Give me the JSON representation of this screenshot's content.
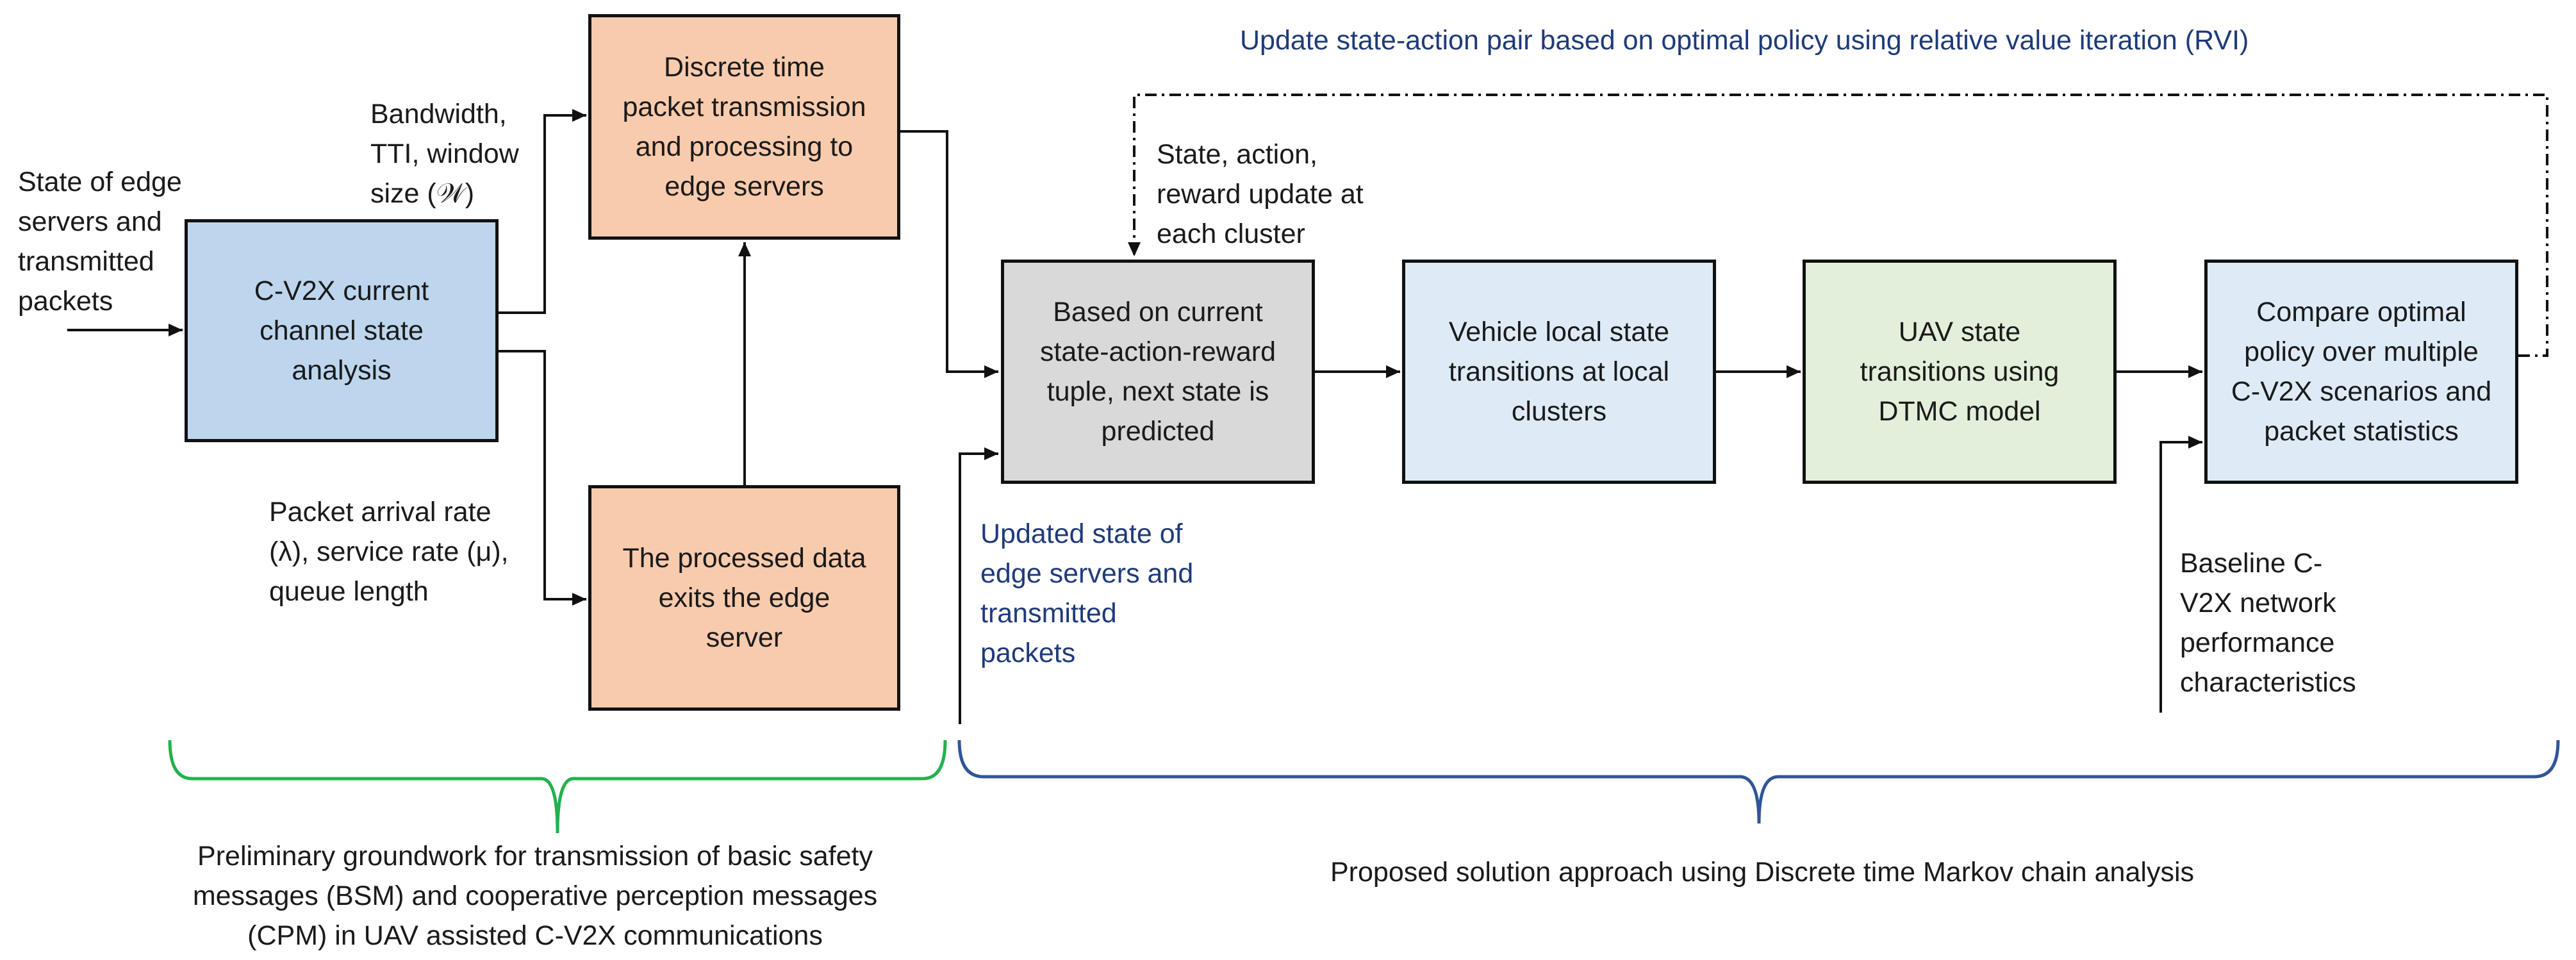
{
  "colors": {
    "blue_box": "#bdd6ee",
    "orange_box": "#f8cbad",
    "gray_box": "#d9d9d9",
    "light_blue_box": "#deebf7",
    "green_box": "#e2efda",
    "green_brace": "#22b14c",
    "blue_brace": "#2f5597",
    "dark_blue_text": "#1f3a7a"
  },
  "boxes": {
    "channel_analysis": "C-V2X current\nchannel state\nanalysis",
    "discrete_transmission": "Discrete time\npacket transmission\nand processing to\nedge servers",
    "processed_exit": "The processed data\nexits the edge\nserver",
    "state_prediction": "Based on current\nstate-action-reward\ntuple, next state is\npredicted",
    "vehicle_transitions": "Vehicle local state\ntransitions at local\nclusters",
    "uav_transitions": "UAV state\ntransitions using\nDTMC model",
    "compare_policy": "Compare optimal\npolicy over multiple\nC-V2X scenarios and\npacket statistics"
  },
  "labels": {
    "edge_state_input": "State of edge\nservers and\ntransmitted\npackets",
    "bandwidth_params": "Bandwidth,\nTTI, window\nsize (𝒲)",
    "packet_params": "Packet arrival rate\n(λ), service rate (μ),\nqueue length",
    "state_action_reward": "State, action,\nreward update at\neach cluster",
    "updated_edge_state": "Updated state of\nedge servers and\ntransmitted\npackets",
    "baseline_characteristics": "Baseline C-\nV2X network\nperformance\ncharacteristics",
    "rvi_update": "Update state-action pair based on optimal policy using relative value iteration (RVI)"
  },
  "braces": {
    "groundwork": "Preliminary groundwork for transmission of basic safety\nmessages (BSM) and cooperative perception messages\n(CPM) in UAV assisted C-V2X communications",
    "proposed": "Proposed solution approach using Discrete time Markov chain analysis"
  }
}
